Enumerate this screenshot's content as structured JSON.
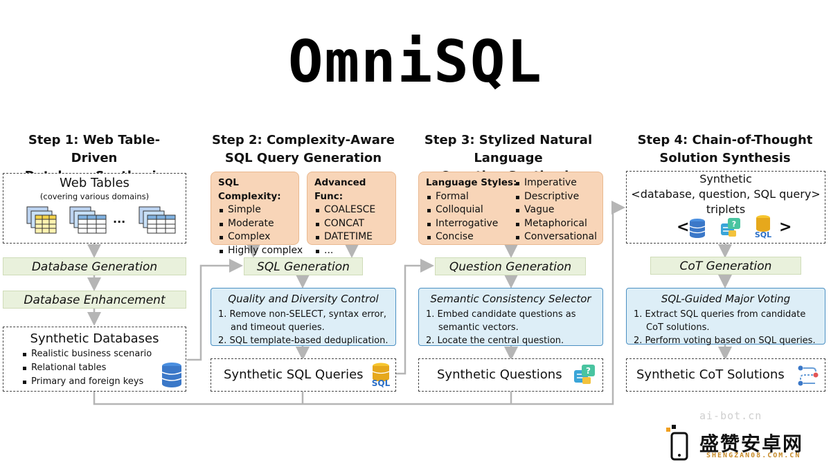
{
  "title": "OmniSQL",
  "step1": {
    "heading_line1": "Step 1: Web Table-Driven",
    "heading_line2": "Database Synthesis",
    "web_tables_title": "Web Tables",
    "web_tables_sub": "(covering various domains)",
    "ellipsis": "...",
    "db_generation": "Database Generation",
    "db_enhancement": "Database Enhancement",
    "synthetic_db_title": "Synthetic Databases",
    "synthetic_db_items": [
      "Realistic business scenario",
      "Relational tables",
      "Primary and foreign keys"
    ]
  },
  "step2": {
    "heading_line1": "Step 2: Complexity-Aware",
    "heading_line2": "SQL Query Generation",
    "complexity_title": "SQL Complexity:",
    "complexity_items": [
      "Simple",
      "Moderate",
      "Complex",
      "Highly complex"
    ],
    "func_title": "Advanced Func:",
    "func_items": [
      "COALESCE",
      "CONCAT",
      "DATETIME",
      "..."
    ],
    "sql_generation": "SQL Generation",
    "qdc_title": "Quality and Diversity Control",
    "qdc_items": [
      "1. Remove non-SELECT, syntax error, and timeout queries.",
      "2. SQL template-based deduplication."
    ],
    "output": "Synthetic SQL Queries",
    "sql_icon_text": "SQL"
  },
  "step3": {
    "heading_line1": "Step 3: Stylized Natural Language",
    "heading_line2": "Question Synthesis",
    "styles_title": "Language Styles:",
    "styles_col1": [
      "Formal",
      "Colloquial",
      "Interrogative",
      "Concise"
    ],
    "styles_col2": [
      "Imperative",
      "Descriptive",
      "Vague",
      "Metaphorical",
      "Conversational"
    ],
    "question_generation": "Question Generation",
    "selector_title": "Semantic Consistency Selector",
    "selector_items": [
      "1. Embed candidate questions as semantic vectors.",
      "2.  Locate the central question."
    ],
    "output": "Synthetic Questions"
  },
  "step4": {
    "heading_line1": "Step 4: Chain-of-Thought",
    "heading_line2": "Solution Synthesis",
    "triplet_line1": "Synthetic",
    "triplet_line2": "<database, question, SQL query>",
    "triplet_line3": "triplets",
    "lt": "<",
    "gt": ">",
    "sql_icon_text": "SQL",
    "cot_generation": "CoT Generation",
    "voting_title": "SQL-Guided Major Voting",
    "voting_items": [
      "1.  Extract SQL queries from candidate CoT solutions.",
      "2.  Perform voting based on SQL queries."
    ],
    "output": "Synthetic CoT Solutions"
  },
  "watermark": {
    "line1": "ai-bot.cn",
    "line2": "盛赞安卓网",
    "line3": "SHENGZAN08.COM.CN"
  },
  "colors": {
    "green_box": "#e9f1dc",
    "peach_box": "#f8d5b8",
    "blue_box": "#ddeef7",
    "blue_border": "#4a8fc2",
    "arrow": "#b5b5b5"
  }
}
